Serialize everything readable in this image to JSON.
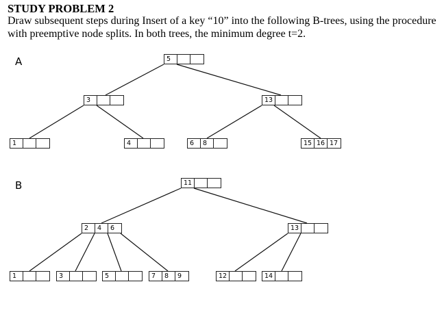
{
  "header": {
    "title": "STUDY PROBLEM 2",
    "description": "Draw subsequent steps during Insert of a key “10” into the following B-trees, using the procedure with preemptive node splits. In both trees, the minimum degree t=2."
  },
  "treeA": {
    "label": "A",
    "root": [
      "5",
      "",
      ""
    ],
    "left": [
      "3",
      "",
      ""
    ],
    "right": [
      "13",
      "",
      ""
    ],
    "leaf1": [
      "1",
      "",
      ""
    ],
    "leaf2": [
      "4",
      "",
      ""
    ],
    "leaf3": [
      "6",
      "8",
      ""
    ],
    "leaf4": [
      "15",
      "16",
      "17"
    ]
  },
  "treeB": {
    "label": "B",
    "root": [
      "11",
      "",
      ""
    ],
    "left": [
      "2",
      "4",
      "6"
    ],
    "right": [
      "13",
      "",
      ""
    ],
    "leaf1": [
      "1",
      "",
      ""
    ],
    "leaf2": [
      "3",
      "",
      ""
    ],
    "leaf3": [
      "5",
      "",
      ""
    ],
    "leaf4": [
      "7",
      "8",
      "9"
    ],
    "leaf5": [
      "12",
      "",
      ""
    ],
    "leaf6": [
      "14",
      "",
      ""
    ]
  }
}
